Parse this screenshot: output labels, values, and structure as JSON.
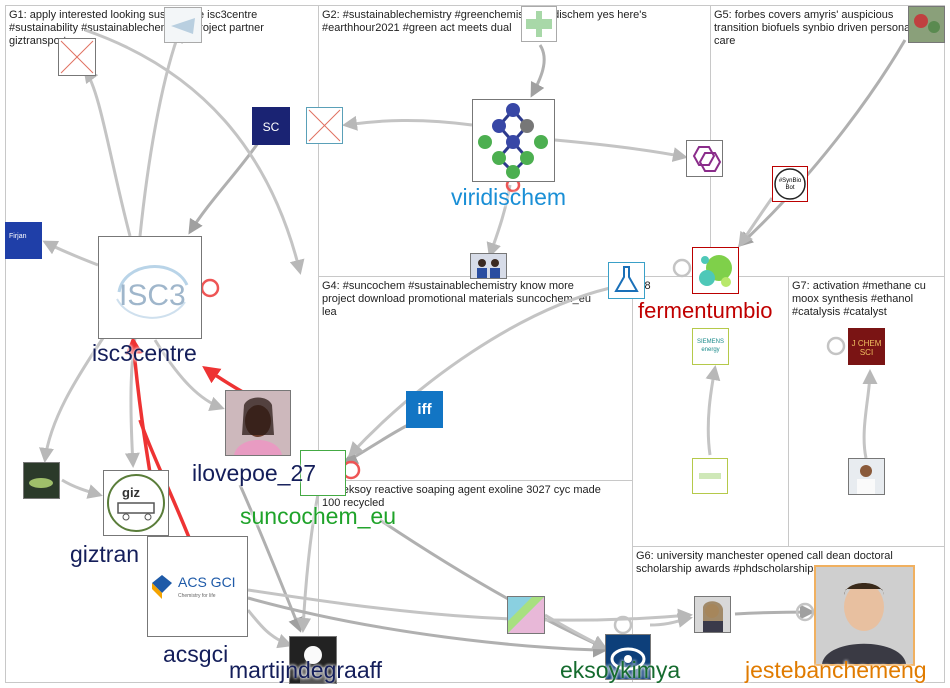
{
  "colors": {
    "edge": "#c4c4c4",
    "edge_dark": "#aaaaaa",
    "edge_red": "#ee3333",
    "label_navy": "#141e5a",
    "label_blue": "#1a8fd6",
    "label_green": "#1fa32a",
    "label_red": "#c00000",
    "label_darkgreen": "#156b2e",
    "label_orange": "#e07b00"
  },
  "groups": [
    {
      "id": "G1",
      "text": "G1: apply interested looking sustainable isc3centre\n#sustainability #sustainablechemistry project partner\ngiztransport"
    },
    {
      "id": "G2",
      "text": "G2: #sustainablechemistry #greenchemistry viridischem yes here's\n#earthhour2021 #green act meets dual"
    },
    {
      "id": "G5",
      "text": "G5: forbes covers amyris' auspicious\ntransition biofuels synbio driven personal\ncare"
    },
    {
      "id": "G4",
      "text": "G4: #suncochem #sustainablechemistry know more\nproject download promotional materials suncochem_eu\nlea"
    },
    {
      "id": "G8",
      "text": "G8"
    },
    {
      "id": "G7",
      "text": "G7: activation #methane cu\nmoox synthesis #ethanol\n#catalysis #catalyst"
    },
    {
      "id": "G3",
      "text": "G3: eksoy reactive soaping agent exoline 3027 cyc made\n100 recycled"
    },
    {
      "id": "G6",
      "text": "G6: university manchester opened call dean doctoral\nscholarship awards #phdscholarships"
    }
  ],
  "labels": {
    "isc3centre": "isc3centre",
    "viridischem": "viridischem",
    "fermentumbio": "fermentumbio",
    "ilovepoe": "ilovepoe_27",
    "suncochem": "suncochem_eu",
    "giztran": "giztran",
    "acsgci": "acsgci",
    "martijn": "martijndegraaff",
    "eksoykimya": "eksoykimya",
    "jesteban": "jestebanchemeng"
  },
  "node_text": {
    "isc3_logo": "ISC3",
    "sc_logo": "SC",
    "giz_logo": "giz",
    "iff_logo": "iff",
    "acs_logo": "ACS GCI",
    "acs_sub": "Chemistry for life",
    "synbio_badge": "#SynBio Bot",
    "siemens_logo": "SIEMENS energy",
    "jchemsci": "J CHEM SCI",
    "firjan": "Firjan"
  }
}
